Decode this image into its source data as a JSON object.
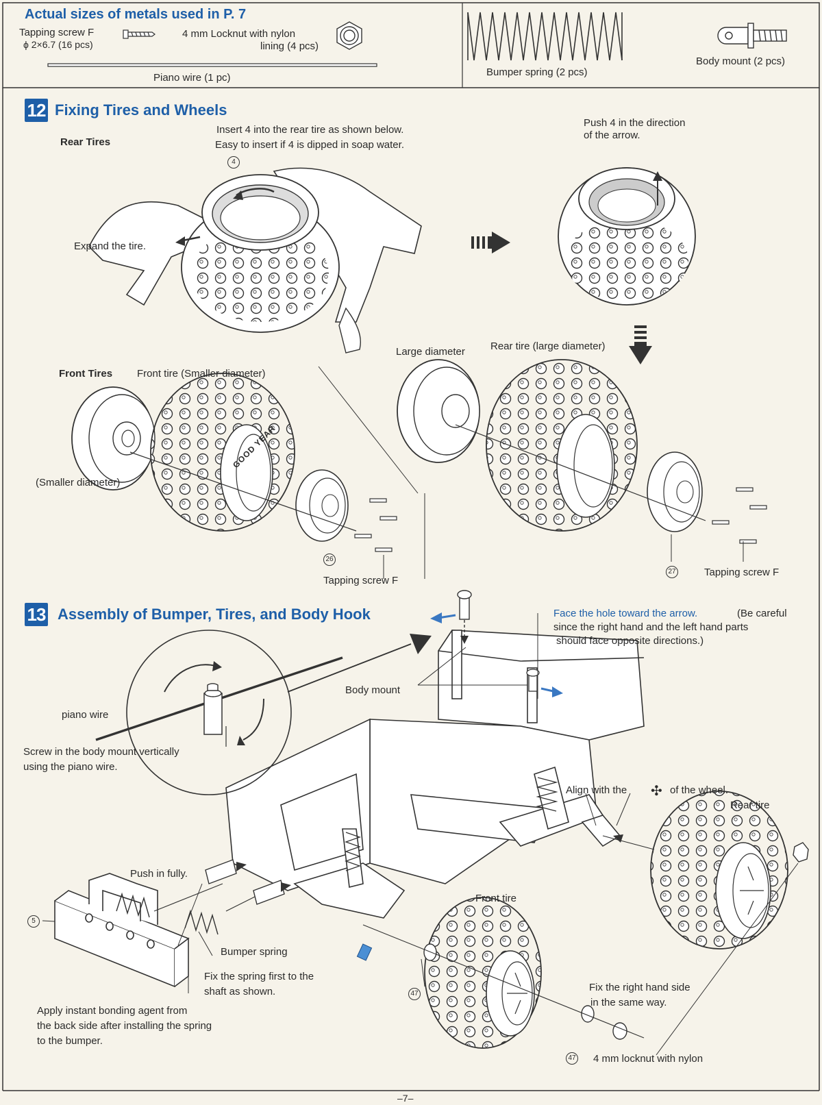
{
  "header": {
    "title": "Actual sizes of metals used in P. 7",
    "tapping_screw": "Tapping screw F",
    "tapping_screw_size": "ϕ 2×6.7 (16 pcs)",
    "locknut_line1": "4 mm Locknut with nylon",
    "locknut_line2": "lining (4 pcs)",
    "piano_wire": "Piano wire (1 pc)",
    "bumper_spring": "Bumper spring (2 pcs)",
    "body_mount": "Body mount (2 pcs)"
  },
  "step12": {
    "number": "12",
    "title": "Fixing Tires and Wheels",
    "rear_tires": "Rear Tires",
    "insert_line1": "Insert  4  into the rear tire as shown below.",
    "insert_line2": "Easy to insert if  4  is dipped in soap water.",
    "part4": "4",
    "expand": "Expand the tire.",
    "push_line1": "Push  4  in the direction",
    "push_line2": "of the arrow.",
    "front_tires": "Front Tires",
    "front_tire_small": "Front tire (Smaller diameter)",
    "smaller_diameter": "(Smaller diameter)",
    "large_diameter": "Large diameter",
    "rear_tire_large": "Rear tire (large diameter)",
    "part26": "26",
    "part27": "27",
    "tapping_screw_f_1": "Tapping screw F",
    "tapping_screw_f_2": "Tapping screw F",
    "goodyear": "GOOD YEAR"
  },
  "step13": {
    "number": "13",
    "title": "Assembly of Bumper, Tires, and Body Hook",
    "face_hole": "Face the hole toward the arrow.",
    "be_careful1": "(Be careful",
    "be_careful2": "since the right hand and the left hand parts",
    "be_careful3": "should face opposite directions.)",
    "body_mount": "Body mount",
    "piano_wire": "piano wire",
    "screw_in1": "Screw in the body mount vertically",
    "screw_in2": "using the piano wire.",
    "align": "Align with the",
    "align2": "of the wheel.",
    "rear_tire": "Rear tire",
    "push_fully": "Push in fully.",
    "front_tire": "Front tire",
    "part5": "5",
    "bumper_spring": "Bumper spring",
    "fix_spring1": "Fix the spring first to the",
    "fix_spring2": "shaft as shown.",
    "apply1": "Apply instant bonding agent from",
    "apply2": "the back side after installing the spring",
    "apply3": "to the bumper.",
    "part47a": "47",
    "part47b": "47",
    "fix_right1": "Fix the right hand side",
    "fix_right2": "in the same way.",
    "locknut": "4 mm locknut with nylon"
  },
  "footer": {
    "page": "–7–"
  }
}
